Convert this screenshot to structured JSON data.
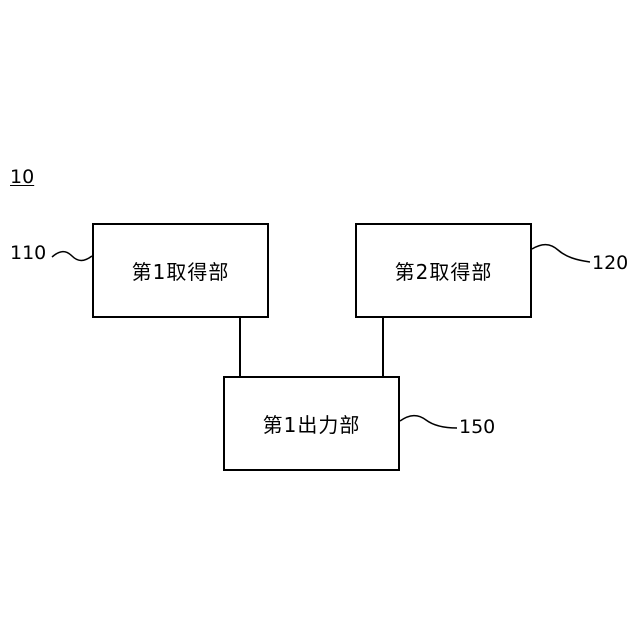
{
  "figure": {
    "label": "10"
  },
  "blocks": [
    {
      "id": "block-110",
      "ref": "110",
      "label": "第1取得部"
    },
    {
      "id": "block-120",
      "ref": "120",
      "label": "第2取得部"
    },
    {
      "id": "block-150",
      "ref": "150",
      "label": "第1出力部"
    }
  ],
  "connections": [
    {
      "from": "110",
      "to": "150"
    },
    {
      "from": "120",
      "to": "150"
    }
  ],
  "colors": {
    "line": "#000000",
    "background": "#ffffff"
  }
}
